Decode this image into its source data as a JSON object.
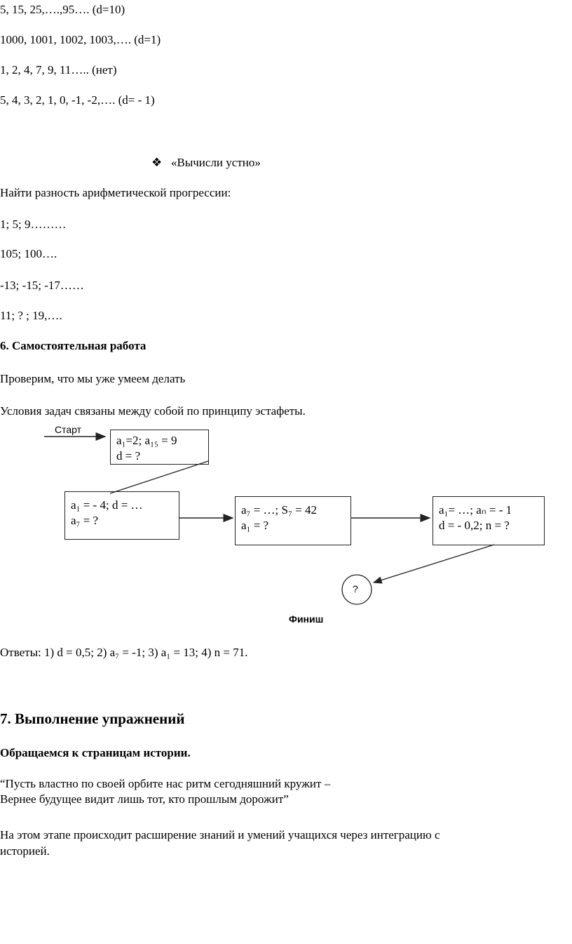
{
  "sequences": [
    "5, 15, 25,….,95…. (d=10)",
    "1000, 1001, 1002, 1003,….  (d=1)",
    "1, 2, 4, 7, 9, 11…..  (нет)",
    "5, 4, 3, 2, 1, 0, -1, -2,…. (d= - 1)"
  ],
  "oral": {
    "bullet": "❖",
    "title": "«Вычисли устно»",
    "task": "Найти разность арифметической прогрессии:",
    "items": [
      "1; 5; 9………",
      "105; 100….",
      "-13; -15; -17……",
      "11; ? ; 19,…."
    ]
  },
  "section6": {
    "title": "6. Самостоятельная работа",
    "line1": "Проверим, что  мы  уже умеем  делать",
    "line2": "Условия задач связаны между собой по принципу эстафеты."
  },
  "diagram": {
    "start": "Старт",
    "finish": "Финиш",
    "circle": "?",
    "boxes": [
      [
        "a₁=2; a₁₅ = 9",
        "d = ?"
      ],
      [
        "a₁ = - 4; d = …",
        "a₇ = ?"
      ],
      [
        "a₇ = …; S₇ = 42",
        "a₁ = ?"
      ],
      [
        "a₁= …; aₙ = - 1",
        "d = - 0,2; n = ?"
      ]
    ]
  },
  "answers": "Ответы: 1) d = 0,5; 2) a₇ = -1; 3) a₁ = 13; 4) n = 71.",
  "section7": {
    "title": "7. Выполнение упражнений",
    "subtitle": "Обращаемся к страницам истории.",
    "quote1": "“Пусть властно по своей орбите нас ритм сегодняшний кружит –",
    "quote2": "Вернее будущее видит лишь тот, кто прошлым дорожит”",
    "para1": "На этом этапе происходит расширение знаний и умений учащихся через интеграцию с",
    "para2": "историей."
  }
}
